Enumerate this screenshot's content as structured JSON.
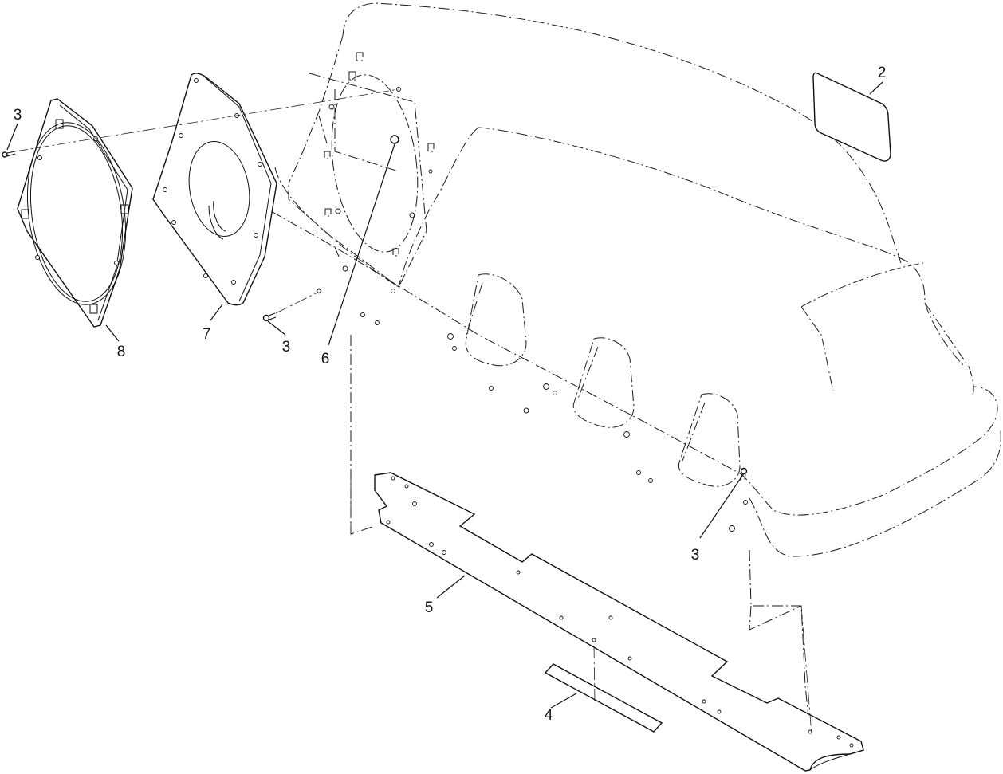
{
  "callouts": {
    "c2": "2",
    "c3a": "3",
    "c3b": "3",
    "c3c": "3",
    "c4": "4",
    "c5": "5",
    "c6": "6",
    "c7": "7",
    "c8": "8"
  },
  "colors": {
    "line": "#111111",
    "background": "#ffffff"
  }
}
